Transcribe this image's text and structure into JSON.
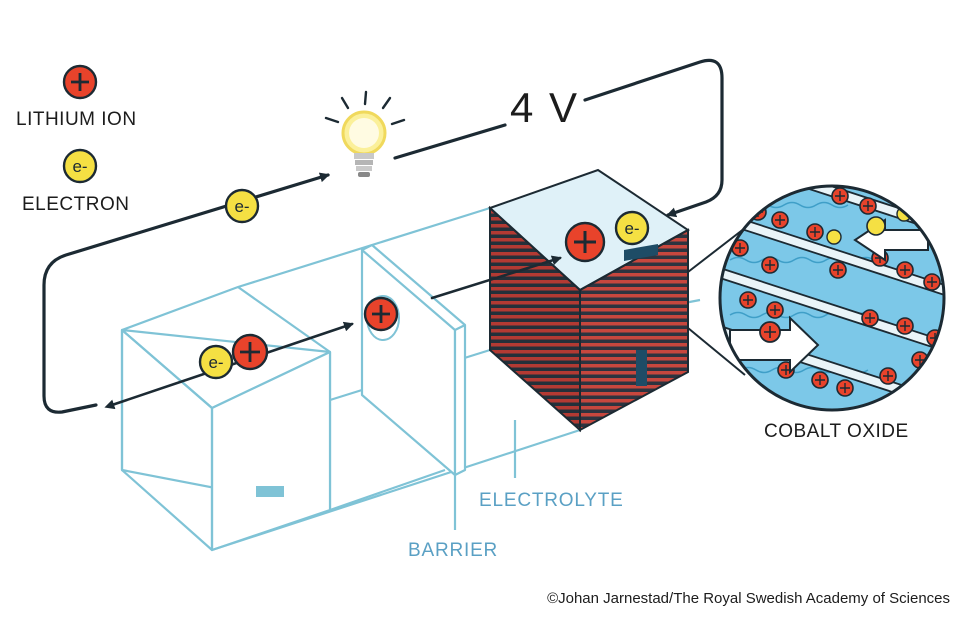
{
  "legend": {
    "ion_symbol": "+",
    "ion_label": "LITHIUM ION",
    "electron_symbol": "e-",
    "electron_label": "ELECTRON"
  },
  "voltage_label": "4 V",
  "labels": {
    "cobalt_oxide": "COBALT OXIDE",
    "electrolyte": "ELECTROLYTE",
    "barrier": "BARRIER"
  },
  "electrode_signs": {
    "negative": "−",
    "positive": "+"
  },
  "credit": "©Johan Jarnestad/The Royal Swedish Academy of Sciences",
  "colors": {
    "outline_blue": "#7fc3d6",
    "dark": "#1c2a33",
    "ion_red": "#e8432b",
    "electron_yellow": "#f5e043",
    "cathode_stripe_red": "#c7473e",
    "cathode_top": "#dff1f8",
    "label_blue": "#5aa0c4"
  }
}
